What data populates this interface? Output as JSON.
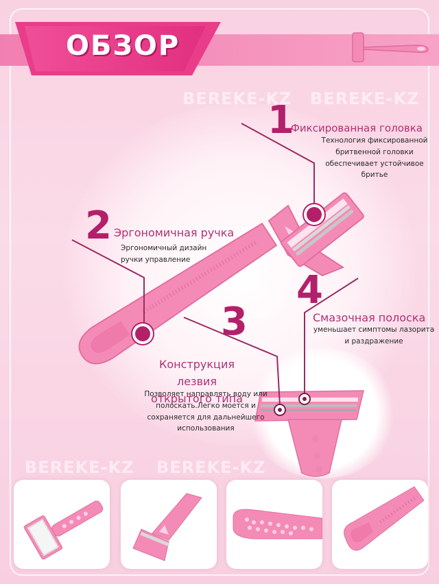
{
  "header": {
    "title": "ОБЗОР"
  },
  "watermark": {
    "text": "BEREKE-KZ"
  },
  "features": [
    {
      "number": "1",
      "title": "Фиксированная головка",
      "description": "Технология фиксированной бритвенной головки обеспечивает устойчивое бритье"
    },
    {
      "number": "2",
      "title": "Эргономичная ручка",
      "description": "Эргономичный дизайн ручки управление"
    },
    {
      "number": "3",
      "title": "Конструкция лезвия открытого типа",
      "description": "Позволяет направлять воду или полоскать.Легко моется и сохраняется для дальнейшего использования"
    },
    {
      "number": "4",
      "title": "Смазочная полоска",
      "description": "уменьшает симптомы лазорита и раздражение"
    }
  ],
  "colors": {
    "accent": "#e93d8a",
    "number": "#b3206a",
    "razor_pink": "#f48bb7",
    "background": "#f9d2e2"
  },
  "thumbnails": [
    {
      "icon": "razor-head-front-icon"
    },
    {
      "icon": "razor-head-side-icon"
    },
    {
      "icon": "handle-grip-icon"
    },
    {
      "icon": "handle-end-icon"
    }
  ]
}
